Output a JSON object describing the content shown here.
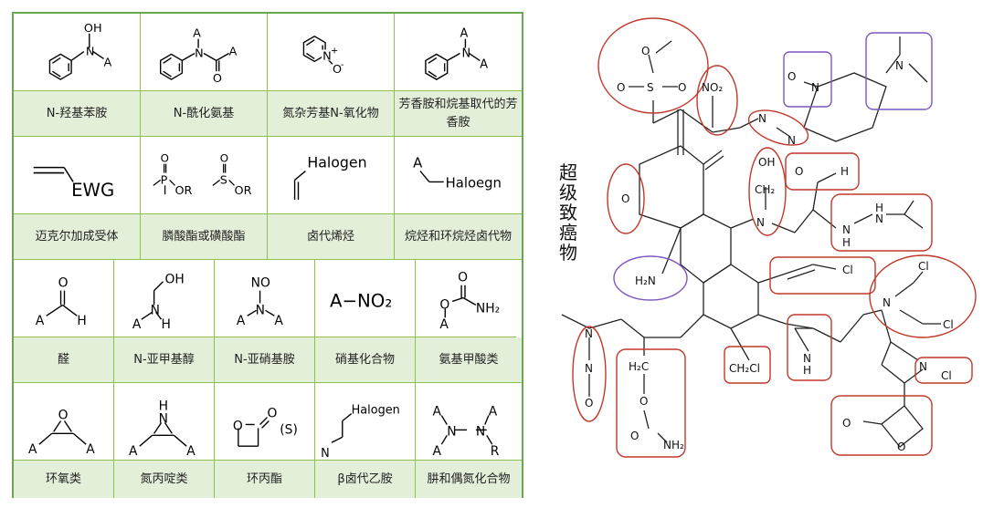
{
  "table": {
    "row1_labels": [
      "N-羟基苯胺",
      "N-酰化氨基",
      "氮杂芳基N-氧化物",
      "芳香胺和烷基取代的芳香胺"
    ],
    "row1_struct": {
      "hydroxyl_OH": "OH",
      "hydroxyl_N": "N",
      "hydroxyl_A": "A",
      "acyl_A1": "A",
      "acyl_N": "N",
      "acyl_O": "O",
      "acyl_A2": "A",
      "noxide_N": "N",
      "noxide_plus": "+",
      "noxide_O": "O",
      "noxide_minus": "-",
      "arom_A1": "A",
      "arom_N": "N",
      "arom_A2": "A"
    },
    "row2_labels": [
      "迈克尔加成受体",
      "膦酸酯或磺酸酯",
      "卤代烯烃",
      "烷烃和环烷烃卤代物"
    ],
    "row2_struct": {
      "ewg": "EWG",
      "phos_P": "P",
      "phos_O": "O",
      "phos_OR": "OR",
      "sulf_S": "S",
      "sulf_O": "O",
      "sulf_OR": "OR",
      "halogen": "Halogen",
      "haloalk_A": "A",
      "haloalk_text": "Haloegn"
    },
    "row3_labels": [
      "醛",
      "N-亚甲基醇",
      "N-亚硝基胺",
      "硝基化合物",
      "氨基甲酸类"
    ],
    "row3_struct": {
      "ald_O": "O",
      "ald_A": "A",
      "ald_H": "H",
      "meth_OH": "OH",
      "meth_A": "A",
      "meth_N": "N",
      "meth_H": "H",
      "nitroso_NO": "NO",
      "nitroso_A1": "A",
      "nitroso_N": "N",
      "nitroso_A2": "A",
      "nitro_text": "A−NO₂",
      "carb_O1": "O",
      "carb_O2": "O",
      "carb_NH2": "NH₂",
      "carb_A": "A"
    },
    "row4_labels": [
      "环氧类",
      "氮丙啶类",
      "环丙酯",
      "β卤代乙胺",
      "肼和偶氮化合物"
    ],
    "row4_struct": {
      "epox_O": "O",
      "epox_A1": "A",
      "epox_A2": "A",
      "azir_H": "H",
      "azir_N": "N",
      "azir_A1": "A",
      "azir_A2": "A",
      "lact_O1": "O",
      "lact_O2": "O",
      "lact_S": "(S)",
      "beta_N": "N",
      "beta_halogen": "Halogen",
      "hyd_A1": "A",
      "hyd_A2": "A",
      "hyd_N1": "N",
      "hyd_N2": "N",
      "hyd_A3": "A",
      "hyd_R": "R"
    }
  },
  "figure": {
    "title": "超级致癌物",
    "labels": {
      "methylsulfonyl_O": "O",
      "methylsulfonyl_S": "S",
      "methylsulfonyl_O2": "O",
      "methylsulfonyl_O3": "O",
      "nitro": "NO₂",
      "azo_N1": "N",
      "azo_N2": "N",
      "noxide_O": "O",
      "noxide_N": "N",
      "dimethylamino_N": "N",
      "epoxide_O": "O",
      "methylol_OH": "OH",
      "methylol_CH2": "CH₂",
      "methylol_N": "N",
      "aldehyde_O": "O",
      "aldehyde_H": "H",
      "hydrazine_NH1": "H",
      "hydrazine_N1": "N",
      "hydrazine_N2": "N",
      "hydrazine_H2": "H",
      "amine": "H₂N",
      "vinyl_Cl": "Cl",
      "mustard_Cl1": "Cl",
      "mustard_N": "N",
      "mustard_Cl2": "Cl",
      "nitrosamine_N": "N",
      "nitrosamine_N2": "N",
      "nitrosamine_O": "O",
      "carbamate_H2C": "H₂C",
      "carbamate_O": "O",
      "carbamate_O2": "O",
      "carbamate_NH2": "NH₂",
      "chloromethyl": "CH₂Cl",
      "aziridine_N": "N",
      "aziridine_H": "H",
      "nchloro_N": "N",
      "nchloro_Cl": "Cl",
      "lactone_O1": "O",
      "lactone_O2": "O"
    },
    "colors": {
      "red": "#c0392b",
      "purple": "#7e57c2",
      "green_border": "#6aa84f",
      "label_bg": "#e3efd9"
    }
  }
}
